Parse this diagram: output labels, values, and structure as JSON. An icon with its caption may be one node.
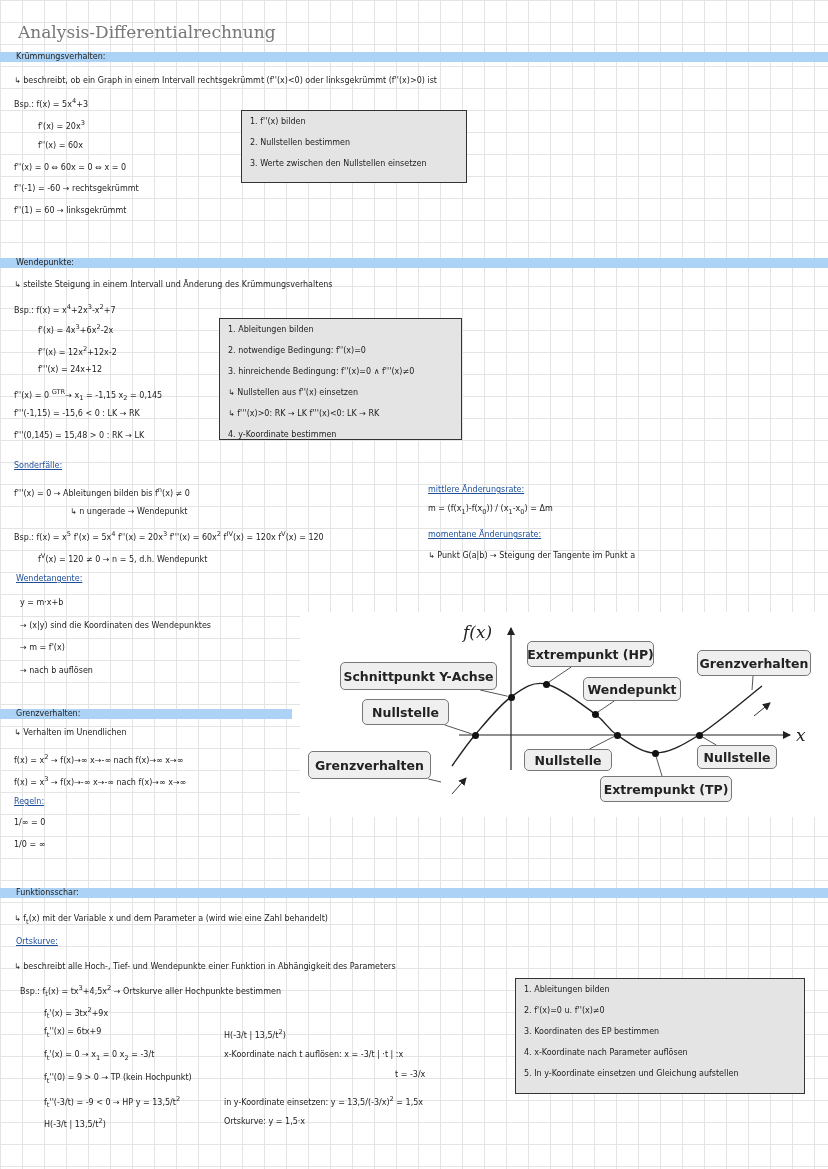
{
  "diagram": {
    "title": "Analysis-Differentialrechnung",
    "nodes": [
      {
        "text": [
          "Krümmungsverhalten:"
        ]
      },
      {
        "text": [
          "1. f''(x) bilden",
          "2. Nullstellen bestimmen",
          "3. Werte zwischen den Nullstellen einsetzen"
        ]
      },
      {
        "text": [
          "Wendepunkte:"
        ]
      },
      {
        "text": [
          "1. Ableitungen bilden",
          "2. notwendige Bedingung: f''(x)=0",
          "3. hinreichende Bedingung: f''(x)=0 ∧ f'''(x)≠0",
          "↳ Nullstellen aus f''(x) einsetzen",
          "↳ f'''(x)>0: RK → LK   f'''(x)<0: LK → RK",
          "4. y-Koordinate bestimmen"
        ]
      },
      {
        "text": [
          "Extrempunkt (HP)"
        ]
      },
      {
        "text": [
          "Grenzverhalten"
        ]
      },
      {
        "text": [
          "Schnittpunkt Y-Achse"
        ]
      },
      {
        "text": [
          "Wendepunkt"
        ]
      },
      {
        "text": [
          "Nullstelle"
        ]
      },
      {
        "text": [
          "Nullstelle"
        ]
      },
      {
        "text": [
          "Nullstelle"
        ]
      },
      {
        "text": [
          "Grenzverhalten"
        ]
      },
      {
        "text": [
          "Extrempunkt (TP)"
        ]
      },
      {
        "text": [
          "Grenzverhalten:"
        ]
      },
      {
        "text": [],
        "shape": "circle"
      },
      {
        "text": [],
        "shape": "circle"
      },
      {
        "text": [],
        "shape": "circle"
      },
      {
        "text": [],
        "shape": "circle"
      },
      {
        "text": [],
        "shape": "circle"
      },
      {
        "text": [],
        "shape": "circle"
      },
      {
        "text": [],
        "shape": "circle"
      },
      {
        "text": [
          "Funktionsschar:"
        ]
      },
      {
        "text": [
          "1. Ableitungen bilden",
          "2. f'(x)=0 u. f''(x)≠0",
          "3. Koordinaten des EP bestimmen",
          "4. x-Koordinate nach Parameter auflösen",
          "5. In y-Koordinate einsetzen und Gleichung aufstellen"
        ]
      }
    ],
    "edges": [
      {
        "from": 4,
        "to": 16,
        "arrow": "none"
      },
      {
        "from": 5,
        "to": null,
        "arrow": "none"
      },
      {
        "from": 6,
        "to": 15,
        "arrow": "none"
      },
      {
        "from": 7,
        "to": 17,
        "arrow": "none"
      },
      {
        "from": 8,
        "to": 14,
        "arrow": "none"
      },
      {
        "from": 9,
        "to": 18,
        "arrow": "none"
      },
      {
        "from": 10,
        "to": 20,
        "arrow": "none"
      },
      {
        "from": 11,
        "to": null,
        "arrow": "none"
      },
      {
        "from": 12,
        "to": 19,
        "arrow": "none"
      }
    ],
    "labels": [
      "↳ beschreibt, ob ein Graph in einem Intervall rechtsgekrümmt (f''(x)<0) oder linksgekrümmt (f''(x)>0) ist",
      "Bsp.: f(x) = 5x$^{4}$+3",
      "f'(x) = 20x$^{3}$",
      "f''(x) = 60x",
      "f''(x) = 0 ⇔ 60x = 0 ⇔ x = 0",
      "f''(-1) = -60 → rechtsgekrümmt",
      "f''(1) = 60 → linksgekrümmt",
      "↳ steilste Steigung in einem Intervall und Änderung des Krümmungsverhaltens",
      "Bsp.: f(x) = x$^{4}$+2x$^{3}$-x$^{2}$+7",
      "f'(x) = 4x$^{3}$+6x$^{2}$-2x",
      "f''(x) = 12x$^{2}$+12x-2",
      "f'''(x) = 24x+12",
      "f''(x) = 0 $^{GTR}$→ x$_{1}$ = -1,15  x$_{2}$ = 0,145",
      "f'''(-1,15) = -15,6 < 0 : LK → RK",
      "f'''(0,145) = 15,48 > 0 : RK → LK",
      "Sonderfälle:",
      "f'''(x) = 0 → Ableitungen bilden bis f$^{n}$(x) ≠ 0",
      "↳ n ungerade → Wendepunkt",
      "Bsp.: f(x) = x$^{5}$  f'(x) = 5x$^{4}$  f''(x) = 20x$^{3}$  f'''(x) = 60x$^{2}$  f$^{IV}$(x) = 120x  f$^{V}$(x) = 120",
      "f$^{V}$(x) = 120 ≠ 0 → n = 5, d.h. Wendepunkt",
      "mittlere Änderungsrate:",
      "m = (f(x$_{1}$)-f(x$_{0}$)) / (x$_{1}$-x$_{0}$) = Δm",
      "momentane Änderungsrate:",
      "↳ Punkt G(a|b) → Steigung der Tangente im Punkt a",
      "Wendetangente:",
      "y = m·x+b",
      "→ (x|y) sind die Koordinaten des Wendepunktes",
      "→ m = f'(x)",
      "→ nach b auflösen",
      "f(x)",
      "x",
      "↳ Verhalten im Unendlichen",
      "f(x) = x$^{2}$ → f(x)→∞  x→-∞  nach f(x)→∞  x→∞",
      "f(x) = x$^{3}$ → f(x)→-∞  x→-∞  nach f(x)→∞  x→∞",
      "Regeln:",
      "1/∞ = 0",
      "1/0 = ∞",
      "↳ f$_{t}$(x) mit der Variable x und dem Parameter a (wird wie eine Zahl behandelt)",
      "Ortskurve:",
      "↳ beschreibt alle Hoch-, Tief- und Wendepunkte einer Funktion in Abhängigkeit des Parameters",
      "Bsp.: f$_{t}$(x) = tx$^{3}$+4,5x$^{2}$  → Ortskurve aller Hochpunkte bestimmen",
      "f$_{t}$'(x) = 3tx$^{2}$+9x",
      "f$_{t}$''(x) = 6tx+9",
      "H(-3/t | 13,5/t$^{2}$)",
      "f$_{t}$'(x) = 0 → x$_{1}$ = 0  x$_{2}$ = -3/t",
      "x-Koordinate nach t auflösen: x = -3/t | ·t | :x",
      "f$_{t}$''(0) = 9 > 0 → TP (kein Hochpunkt)",
      "t = -3/x",
      "f$_{t}$''(-3/t) = -9 < 0 → HP  y = 13,5/t$^{2}$",
      "in y-Koordinate einsetzen: y = 13,5/(-3/x)$^{2}$ = 1,5x",
      "H(-3/t | 13,5/t$^{2}$)",
      "Ortskurve: y = 1,5·x"
    ]
  }
}
